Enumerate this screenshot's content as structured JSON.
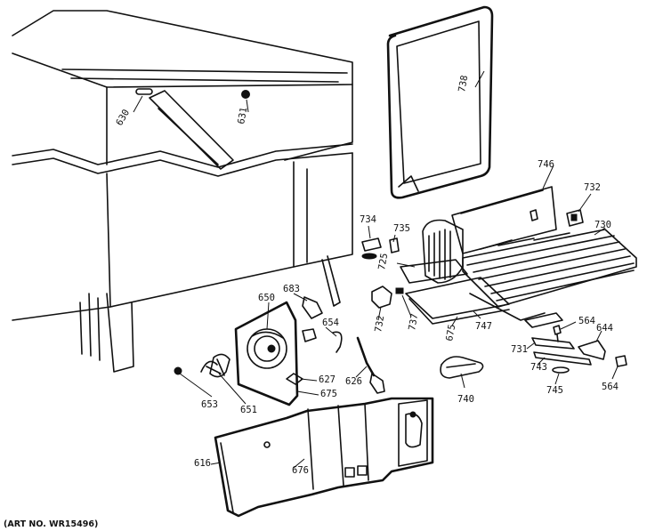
{
  "diagram": {
    "art_number": "(ART NO. WR15496)",
    "labels": {
      "p630": "630",
      "p631": "631",
      "p738": "738",
      "p746": "746",
      "p732a": "732",
      "p730": "730",
      "p734": "734",
      "p735": "735",
      "p725": "725",
      "p650": "650",
      "p683": "683",
      "p732b": "732",
      "p737": "737",
      "p675a": "675",
      "p747": "747",
      "p564a": "564",
      "p644": "644",
      "p654": "654",
      "p731": "731",
      "p743": "743",
      "p745": "745",
      "p564b": "564",
      "p627": "627",
      "p675b": "675",
      "p626": "626",
      "p740": "740",
      "p653": "653",
      "p651": "651",
      "p616": "616",
      "p676": "676"
    }
  }
}
